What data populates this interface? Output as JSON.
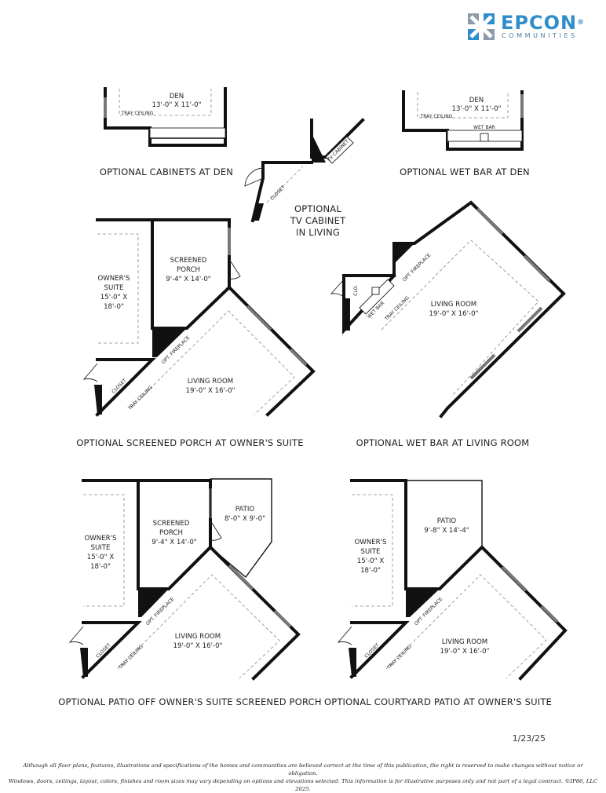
{
  "brand": {
    "name": "EPCON",
    "registered": "®",
    "tagline": "COMMUNITIES",
    "colors": {
      "primary": "#2f8ec9",
      "secondary": "#8a9aa8"
    }
  },
  "plans": {
    "cabinets_den": {
      "room_name": "DEN",
      "room_size": "13'-0\" X 11'-0\"",
      "ceiling": "TRAY CEILING",
      "caption": "OPTIONAL CABINETS AT DEN"
    },
    "tv_cabinet": {
      "cabinet_label": "TV CABINET",
      "closet_label": "CLOSET",
      "caption_line1": "OPTIONAL",
      "caption_line2": "TV CABINET",
      "caption_line3": "IN LIVING"
    },
    "wetbar_den": {
      "room_name": "DEN",
      "room_size": "13'-0\" X 11'-0\"",
      "ceiling": "TRAY CEILING",
      "wet_bar": "WET BAR",
      "caption": "OPTIONAL WET BAR AT DEN"
    },
    "screened_porch": {
      "suite_l1": "OWNER'S",
      "suite_l2": "SUITE",
      "suite_l3": "15'-0\" X",
      "suite_l4": "18'-0\"",
      "porch_l1": "SCREENED",
      "porch_l2": "PORCH",
      "porch_size": "9'-4\" X 14'-0\"",
      "living_name": "LIVING ROOM",
      "living_size": "19'-0\" X 16'-0\"",
      "fireplace": "OPT. FIREPLACE",
      "ceiling": "TRAY CEILING",
      "closet": "CLOSET",
      "caption": "OPTIONAL SCREENED PORCH AT OWNER'S SUITE"
    },
    "wetbar_living": {
      "living_name": "LIVING ROOM",
      "living_size": "19'-0\" X 16'-0\"",
      "fireplace": "OPT. FIREPLACE",
      "ceiling": "TRAY CEILING",
      "wet_bar": "WET BAR",
      "closet": "CLO.",
      "caption": "OPTIONAL WET BAR AT LIVING ROOM"
    },
    "patio_porch": {
      "suite_l1": "OWNER'S",
      "suite_l2": "SUITE",
      "suite_l3": "15'-0\" X",
      "suite_l4": "18'-0\"",
      "porch_l1": "SCREENED",
      "porch_l2": "PORCH",
      "porch_size": "9'-4\" X 14'-0\"",
      "patio_name": "PATIO",
      "patio_size": "8'-0\" X 9'-0\"",
      "living_name": "LIVING ROOM",
      "living_size": "19'-0\" X 16'-0\"",
      "fireplace": "OPT. FIREPLACE",
      "ceiling": "TRAY CEILING",
      "closet": "CLOSET",
      "caption": "OPTIONAL PATIO OFF OWNER'S SUITE SCREENED PORCH"
    },
    "courtyard_patio": {
      "suite_l1": "OWNER'S",
      "suite_l2": "SUITE",
      "suite_l3": "15'-0\" X",
      "suite_l4": "18'-0\"",
      "patio_name": "PATIO",
      "patio_size": "9'-8\" X 14'-4\"",
      "living_name": "LIVING ROOM",
      "living_size": "19'-0\" X 16'-0\"",
      "fireplace": "OPT. FIREPLACE",
      "ceiling": "TRAY CEILING",
      "closet": "CLOSET",
      "caption": "OPTIONAL COURTYARD PATIO AT OWNER'S SUITE"
    }
  },
  "date": "1/23/25",
  "disclaimer_line1": "Although all floor plans, features, illustrations and specifications of the homes and communities are believed correct at the time of this publication, the right is reserved to make changes without notice or obligation.",
  "disclaimer_line2": "Windows, doors, ceilings, layout, colors, finishes and room sizes may vary depending on options and elevations selected. This information is for illustrative purposes only and not part of a legal contract. ©IP86, LLC 2025."
}
